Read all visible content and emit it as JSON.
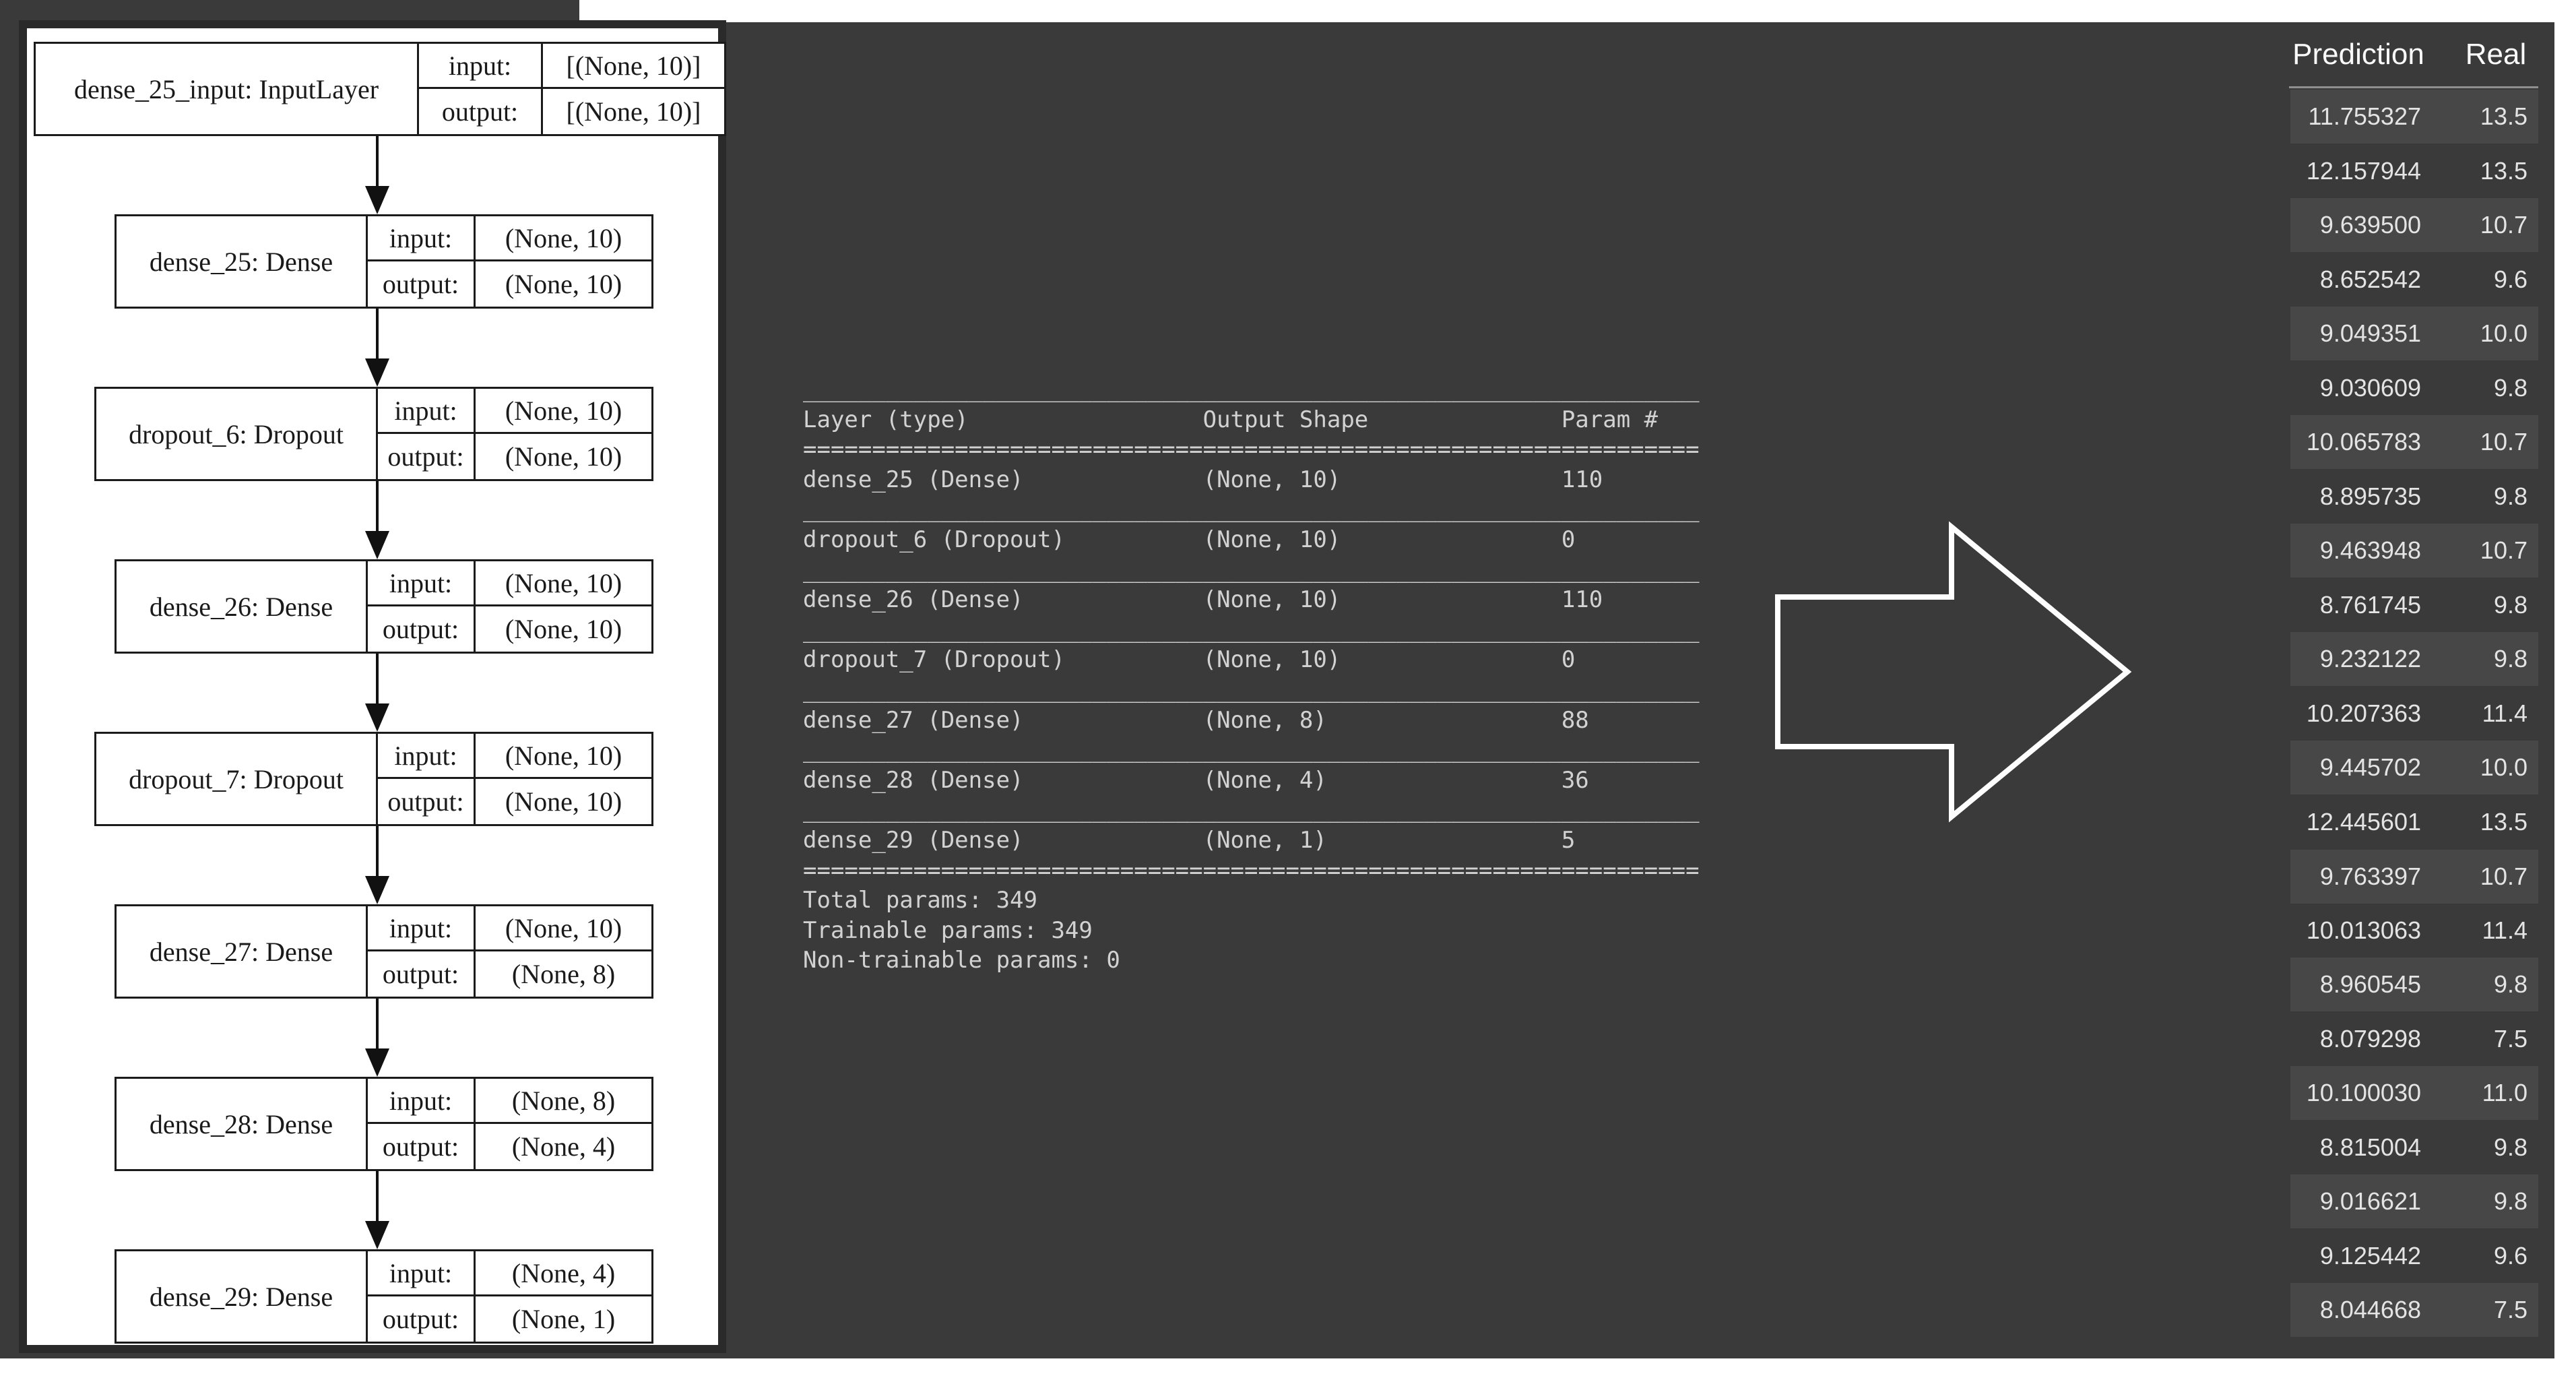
{
  "colors": {
    "dark_background": "#3a3a3a",
    "row_highlight": "#474747",
    "panel_background": "#ffffff",
    "console_text": "#d2d2d2",
    "arrow_stroke": "#ffffff"
  },
  "diagram": {
    "labels": {
      "input": "input:",
      "output": "output:"
    },
    "nodes": [
      {
        "name": "dense_25_input: InputLayer",
        "input_shape": "[(None, 10)]",
        "output_shape": "[(None, 10)]"
      },
      {
        "name": "dense_25: Dense",
        "input_shape": "(None, 10)",
        "output_shape": "(None, 10)"
      },
      {
        "name": "dropout_6: Dropout",
        "input_shape": "(None, 10)",
        "output_shape": "(None, 10)"
      },
      {
        "name": "dense_26: Dense",
        "input_shape": "(None, 10)",
        "output_shape": "(None, 10)"
      },
      {
        "name": "dropout_7: Dropout",
        "input_shape": "(None, 10)",
        "output_shape": "(None, 10)"
      },
      {
        "name": "dense_27: Dense",
        "input_shape": "(None, 10)",
        "output_shape": "(None, 8)"
      },
      {
        "name": "dense_28: Dense",
        "input_shape": "(None, 8)",
        "output_shape": "(None, 4)"
      },
      {
        "name": "dense_29: Dense",
        "input_shape": "(None, 4)",
        "output_shape": "(None, 1)"
      }
    ]
  },
  "summary": {
    "lines": [
      "_________________________________________________________________",
      "Layer (type)                 Output Shape              Param #   ",
      "=================================================================",
      "dense_25 (Dense)             (None, 10)                110       ",
      "_________________________________________________________________",
      "dropout_6 (Dropout)          (None, 10)                0         ",
      "_________________________________________________________________",
      "dense_26 (Dense)             (None, 10)                110       ",
      "_________________________________________________________________",
      "dropout_7 (Dropout)          (None, 10)                0         ",
      "_________________________________________________________________",
      "dense_27 (Dense)             (None, 8)                 88        ",
      "_________________________________________________________________",
      "dense_28 (Dense)             (None, 4)                 36        ",
      "_________________________________________________________________",
      "dense_29 (Dense)             (None, 1)                 5         ",
      "=================================================================",
      "Total params: 349",
      "Trainable params: 349",
      "Non-trainable params: 0"
    ]
  },
  "table": {
    "header": {
      "prediction": "Prediction",
      "real": "Real"
    },
    "rows": [
      {
        "prediction": "11.755327",
        "real": "13.5"
      },
      {
        "prediction": "12.157944",
        "real": "13.5"
      },
      {
        "prediction": "9.639500",
        "real": "10.7"
      },
      {
        "prediction": "8.652542",
        "real": "9.6"
      },
      {
        "prediction": "9.049351",
        "real": "10.0"
      },
      {
        "prediction": "9.030609",
        "real": "9.8"
      },
      {
        "prediction": "10.065783",
        "real": "10.7"
      },
      {
        "prediction": "8.895735",
        "real": "9.8"
      },
      {
        "prediction": "9.463948",
        "real": "10.7"
      },
      {
        "prediction": "8.761745",
        "real": "9.8"
      },
      {
        "prediction": "9.232122",
        "real": "9.8"
      },
      {
        "prediction": "10.207363",
        "real": "11.4"
      },
      {
        "prediction": "9.445702",
        "real": "10.0"
      },
      {
        "prediction": "12.445601",
        "real": "13.5"
      },
      {
        "prediction": "9.763397",
        "real": "10.7"
      },
      {
        "prediction": "10.013063",
        "real": "11.4"
      },
      {
        "prediction": "8.960545",
        "real": "9.8"
      },
      {
        "prediction": "8.079298",
        "real": "7.5"
      },
      {
        "prediction": "10.100030",
        "real": "11.0"
      },
      {
        "prediction": "8.815004",
        "real": "9.8"
      },
      {
        "prediction": "9.016621",
        "real": "9.8"
      },
      {
        "prediction": "9.125442",
        "real": "9.6"
      },
      {
        "prediction": "8.044668",
        "real": "7.5"
      }
    ]
  }
}
